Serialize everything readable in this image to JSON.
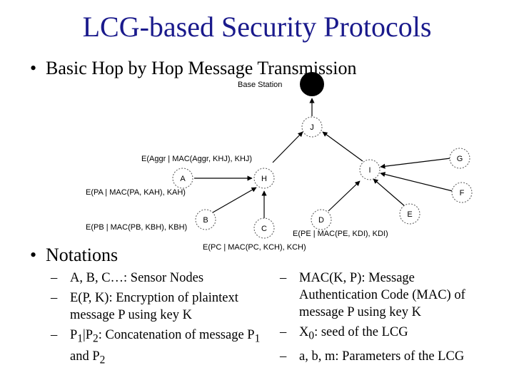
{
  "slide": {
    "title": "LCG-based Security Protocols",
    "bullet1": "Basic Hop by Hop Message Transmission",
    "bullet2": "Notations",
    "bullet_glyph": "•",
    "dash_glyph": "–"
  },
  "diagram": {
    "base_station_label": "Base Station",
    "nodes": {
      "A": "A",
      "B": "B",
      "C": "C",
      "D": "D",
      "E": "E",
      "F": "F",
      "G": "G",
      "H": "H",
      "I": "I",
      "J": "J"
    },
    "labels": {
      "hj": "E(Aggr | MAC(Aggr, KHJ), KHJ)",
      "ah": "E(PA | MAC(PA, KAH), KAH)",
      "bh": "E(PB | MAC(PB, KBH), KBH)",
      "ch": "E(PC | MAC(PC, KCH), KCH)",
      "di": "E(PE | MAC(PE, KDI), KDI)"
    }
  },
  "notations_left": [
    {
      "text": "A, B, C…: Sensor Nodes"
    },
    {
      "text": "E(P, K): Encryption of plaintext message P using key K"
    },
    {
      "p1": "P",
      "s1": "1",
      "bar": "|",
      "p2": "P",
      "s2": "2",
      "rest": ": Concatenation of message ",
      "p3": "P",
      "s3": "1",
      "and": " and ",
      "p4": "P",
      "s4": "2"
    }
  ],
  "notations_right": [
    {
      "text": "MAC(K, P): Message Authentication Code (MAC) of message P using key K"
    },
    {
      "x": "X",
      "sub": "0",
      "rest": ": seed of the LCG"
    },
    {
      "text": "a, b, m: Parameters of the LCG"
    }
  ]
}
